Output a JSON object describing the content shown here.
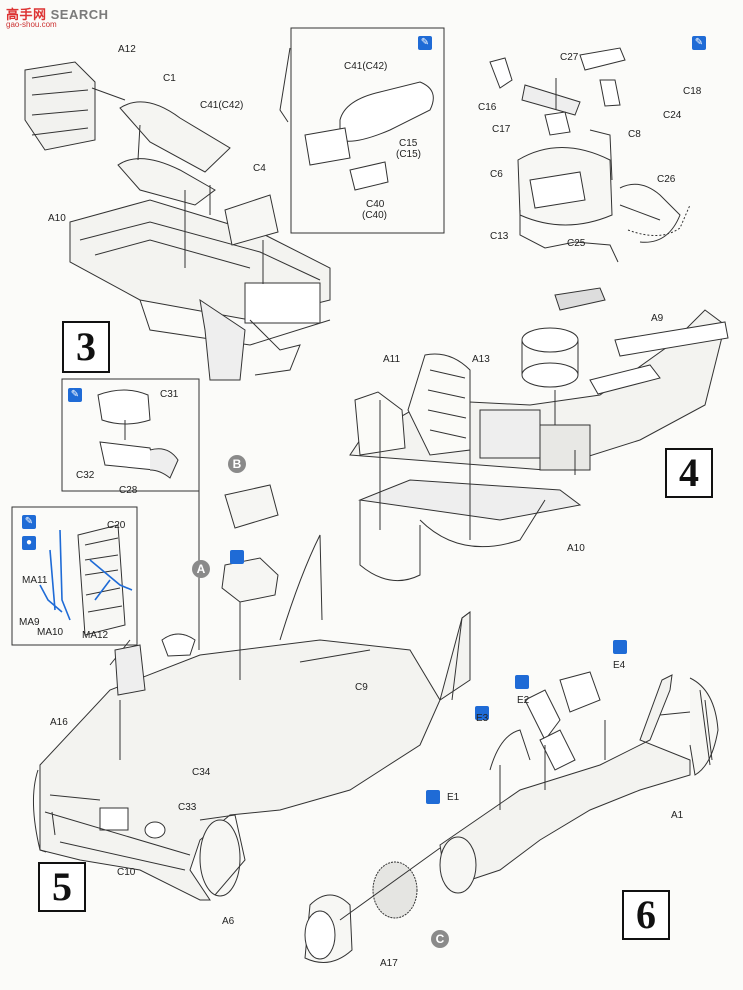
{
  "watermark": {
    "text": "SEARCH",
    "prefix": "高手网",
    "sub": "gao-shou.com"
  },
  "steps": {
    "s3": "3",
    "s4": "4",
    "s5": "5",
    "s6": "6"
  },
  "badges": {
    "a": "A",
    "b": "B",
    "c": "C"
  },
  "labels": {
    "A12": "A12",
    "C1": "C1",
    "C41C42": "C41(C42)",
    "A10_top": "A10",
    "C4": "C4",
    "C41C42_inset": "C41(C42)",
    "C15": "C15",
    "C15b": "(C15)",
    "C40": "C40",
    "C40b": "(C40)",
    "C27": "C27",
    "C16": "C16",
    "C18": "C18",
    "C17": "C17",
    "C8": "C8",
    "C24": "C24",
    "C6": "C6",
    "C26": "C26",
    "C13": "C13",
    "C25": "C25",
    "A9": "A9",
    "A11": "A11",
    "A13": "A13",
    "A10_mid": "A10",
    "C31": "C31",
    "C32": "C32",
    "C28": "C28",
    "C20": "C20",
    "MA11": "MA11",
    "MA9": "MA9",
    "MA10": "MA10",
    "MA12": "MA12",
    "C9": "C9",
    "A16": "A16",
    "C34": "C34",
    "C33": "C33",
    "C10": "C10",
    "A6": "A6",
    "E4": "E4",
    "E2": "E2",
    "E3": "E3",
    "E1": "E1",
    "A1": "A1",
    "A17": "A17"
  }
}
